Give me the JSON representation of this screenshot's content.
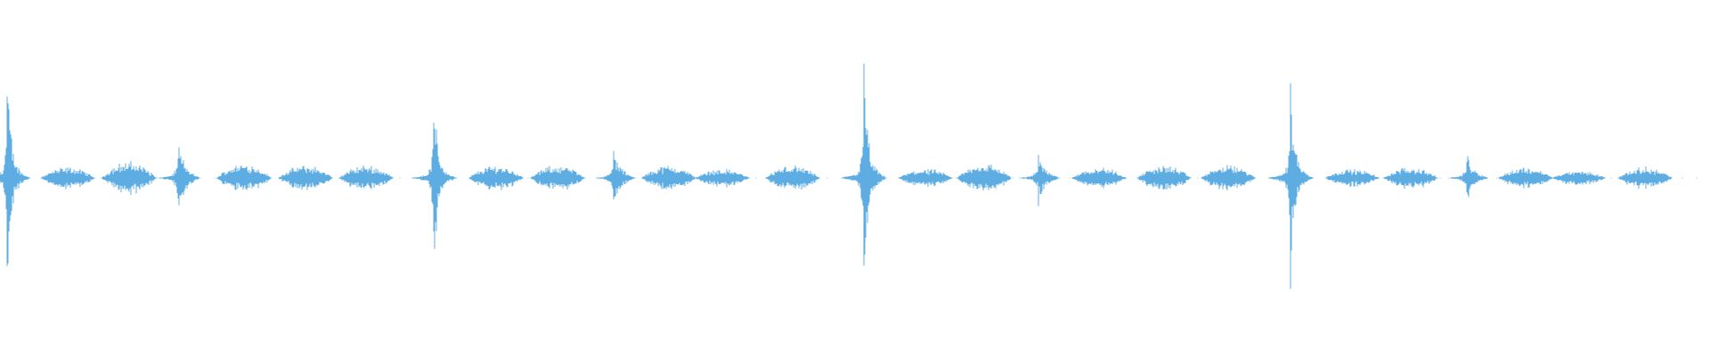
{
  "waveform": {
    "color": "#5dade2",
    "amplitude_range": [
      -1,
      1
    ],
    "duration_units": [
      0,
      1
    ],
    "events": [
      {
        "t": 0.002,
        "amp": 0.56,
        "kind": "peak"
      },
      {
        "t": 0.038,
        "amp": 0.06,
        "kind": "tick"
      },
      {
        "t": 0.075,
        "amp": 0.09,
        "kind": "tick"
      },
      {
        "t": 0.104,
        "amp": 0.17,
        "kind": "mid"
      },
      {
        "t": 0.143,
        "amp": 0.08,
        "kind": "tick"
      },
      {
        "t": 0.18,
        "amp": 0.07,
        "kind": "tick"
      },
      {
        "t": 0.216,
        "amp": 0.07,
        "kind": "tick"
      },
      {
        "t": 0.256,
        "amp": 0.45,
        "kind": "peak"
      },
      {
        "t": 0.293,
        "amp": 0.07,
        "kind": "tick"
      },
      {
        "t": 0.33,
        "amp": 0.07,
        "kind": "tick"
      },
      {
        "t": 0.363,
        "amp": 0.14,
        "kind": "mid"
      },
      {
        "t": 0.396,
        "amp": 0.07,
        "kind": "tick"
      },
      {
        "t": 0.428,
        "amp": 0.05,
        "kind": "tick"
      },
      {
        "t": 0.47,
        "amp": 0.07,
        "kind": "tick"
      },
      {
        "t": 0.512,
        "amp": 0.58,
        "kind": "peak"
      },
      {
        "t": 0.549,
        "amp": 0.05,
        "kind": "tick"
      },
      {
        "t": 0.584,
        "amp": 0.08,
        "kind": "tick"
      },
      {
        "t": 0.616,
        "amp": 0.13,
        "kind": "mid"
      },
      {
        "t": 0.652,
        "amp": 0.06,
        "kind": "tick"
      },
      {
        "t": 0.691,
        "amp": 0.07,
        "kind": "tick"
      },
      {
        "t": 0.729,
        "amp": 0.07,
        "kind": "tick"
      },
      {
        "t": 0.766,
        "amp": 0.55,
        "kind": "peak"
      },
      {
        "t": 0.803,
        "amp": 0.05,
        "kind": "tick"
      },
      {
        "t": 0.838,
        "amp": 0.06,
        "kind": "tick"
      },
      {
        "t": 0.871,
        "amp": 0.12,
        "kind": "mid"
      },
      {
        "t": 0.906,
        "amp": 0.06,
        "kind": "tick"
      },
      {
        "t": 0.938,
        "amp": 0.04,
        "kind": "tick"
      },
      {
        "t": 0.977,
        "amp": 0.06,
        "kind": "tick"
      }
    ]
  }
}
